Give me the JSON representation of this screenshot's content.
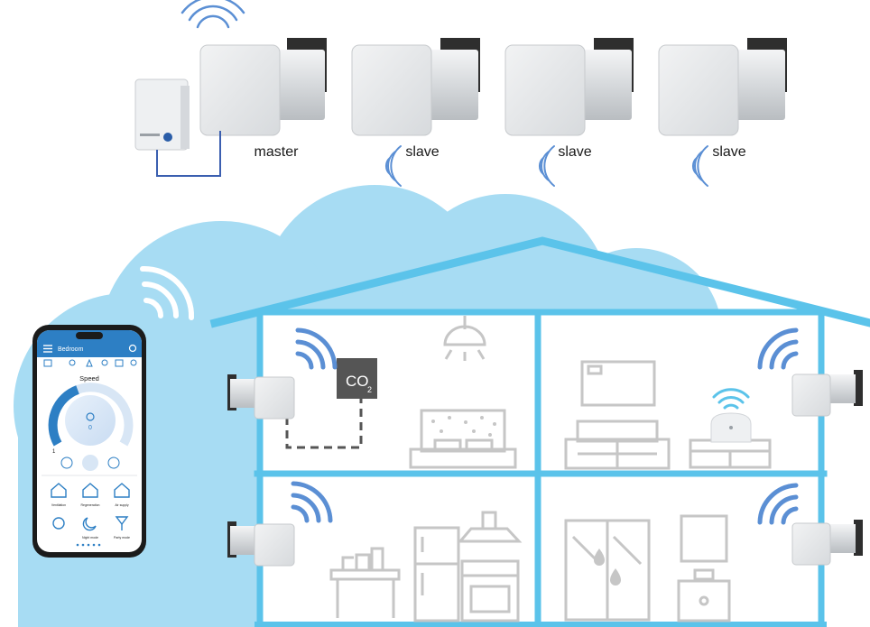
{
  "units": {
    "master_label": "master",
    "slave_labels": [
      "slave",
      "slave",
      "slave"
    ]
  },
  "sensor": {
    "label": "CO",
    "subscript": "2"
  },
  "phone": {
    "room": "Bedroom",
    "speed_title": "Speed",
    "speed_value": "1",
    "center_value": "0",
    "mode_labels": [
      "Ventilation",
      "Regeneration",
      "Air supply"
    ],
    "scene_labels": [
      "Night mode",
      "Party mode"
    ]
  },
  "colors": {
    "cloud": "#a7dcf3",
    "house": "#5bc3ea",
    "wifi": "#5b8fd4",
    "unit": "#e4e6e8",
    "furniture": "#c6c6c6",
    "sensor": "#555555",
    "phone_accent": "#2d7fc4"
  }
}
